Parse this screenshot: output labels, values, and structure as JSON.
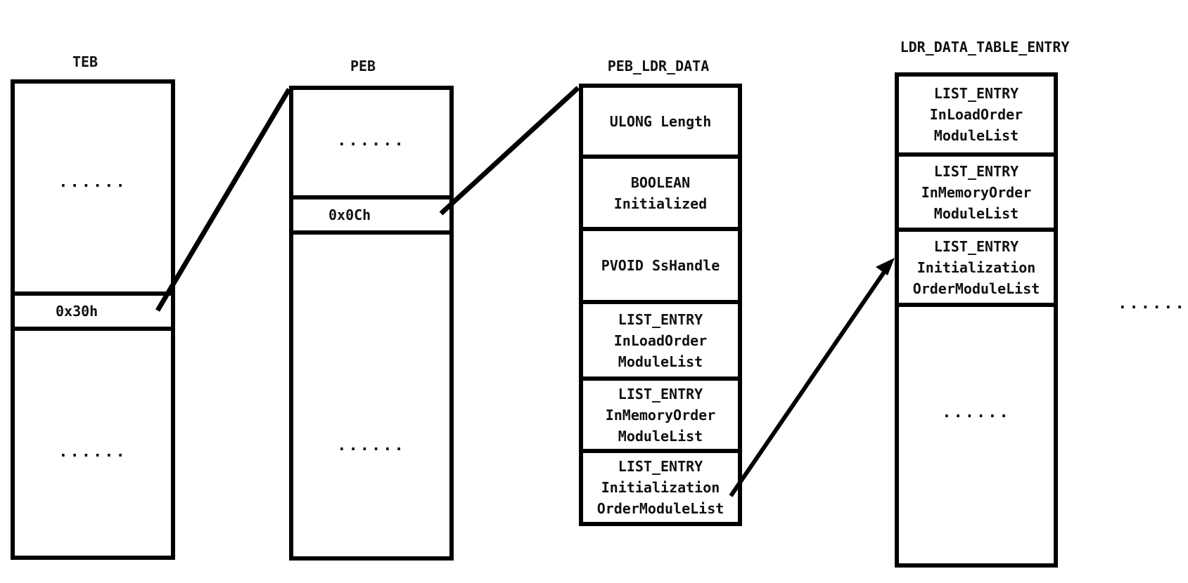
{
  "teb": {
    "title": "TEB",
    "top_dots": "......",
    "offset": "0x30h",
    "bottom_dots": "......"
  },
  "peb": {
    "title": "PEB",
    "top_dots": "......",
    "offset": "0x0Ch",
    "bottom_dots": "......"
  },
  "peb_ldr_data": {
    "title": "PEB_LDR_DATA",
    "fields": [
      "ULONG Length",
      "BOOLEAN\nInitialized",
      "PVOID SsHandle",
      "LIST_ENTRY\nInLoadOrder\nModuleList",
      "LIST_ENTRY\nInMemoryOrder\nModuleList",
      "LIST_ENTRY\nInitialization\nOrderModuleList"
    ]
  },
  "ldr_data_table_entry": {
    "title": "LDR_DATA_TABLE_ENTRY",
    "fields": [
      "LIST_ENTRY\nInLoadOrder\nModuleList",
      "LIST_ENTRY\nInMemoryOrder\nModuleList",
      "LIST_ENTRY\nInitialization\nOrderModuleList"
    ],
    "bottom_dots": "......"
  },
  "trailing_dots": "......"
}
